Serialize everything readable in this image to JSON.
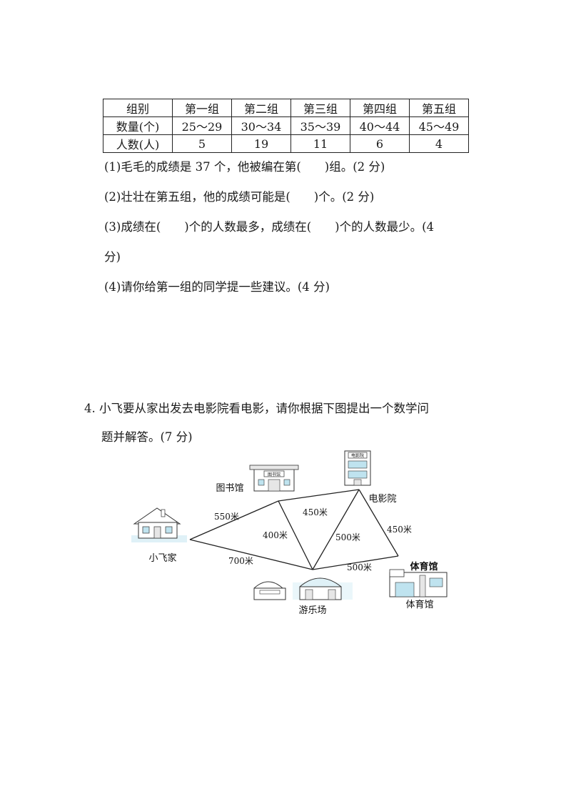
{
  "table": {
    "rows": [
      [
        "组别",
        "第一组",
        "第二组",
        "第三组",
        "第四组",
        "第五组"
      ],
      [
        "数量(个)",
        "25～29",
        "30～34",
        "35～39",
        "40～44",
        "45～49"
      ],
      [
        "人数(人)",
        "5",
        "19",
        "11",
        "6",
        "4"
      ]
    ]
  },
  "questions": {
    "q1": "(1)毛毛的成绩是 37 个，他被编在第(　　)组。(2 分)",
    "q2": "(2)壮壮在第五组，他的成绩可能是(　　)个。(2 分)",
    "q3_line1": "(3)成绩在(　　)个的人数最多，成绩在(　　)个的人数最少。(4",
    "q3_line2": "分)",
    "q4": "(4)请你给第一组的同学提一些建议。(4 分)"
  },
  "problem4": {
    "line1": "4.  小飞要从家出发去电影院看电影，请你根据下图提出一个数学问",
    "line2": "题并解答。(7 分)"
  },
  "map": {
    "places": {
      "home": "小飞家",
      "library": "图书馆",
      "cinema": "电影院",
      "park": "游乐场",
      "gym": "体育馆"
    },
    "signs": {
      "library": "图书馆",
      "cinema": "电影院",
      "gym": "体育馆"
    },
    "distances": {
      "home_library": "550米",
      "home_park": "700米",
      "library_cinema": "450米",
      "library_park": "400米",
      "park_cinema": "500米",
      "cinema_gym": "450米",
      "park_gym": "500米"
    }
  }
}
